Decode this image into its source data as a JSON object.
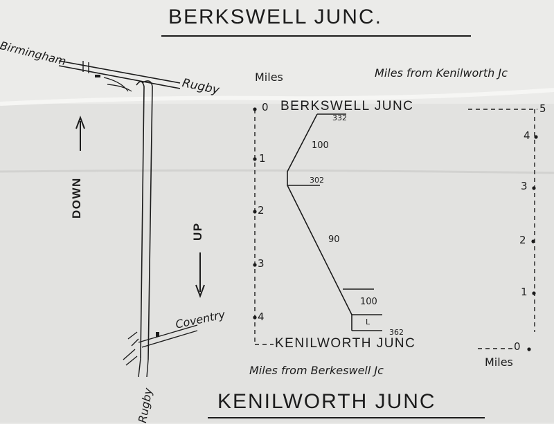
{
  "top_title": "BERKSWELL JUNC.",
  "bottom_title": "KENILWORTH JUNC",
  "route_labels": {
    "birmingham": "Birmingham",
    "rugby_top": "Rugby",
    "coventry": "Coventry",
    "rugby_bottom": "Rugby",
    "down": "DOWN",
    "up": "UP"
  },
  "profile": {
    "header_left": "Miles",
    "header_right": "Miles from Kenilworth Jc",
    "top_station": "BERKSWELL JUNC",
    "bottom_station": "KENILWORTH JUNC",
    "footer_left": "Miles from Berkeswell Jc",
    "footer_right": "Miles",
    "left_mileposts": [
      "0",
      "1",
      "2",
      "3",
      "4"
    ],
    "right_mileposts": [
      "5",
      "4",
      "3",
      "2",
      "1",
      "0"
    ],
    "gradient_labels": {
      "g100_top": "100",
      "g90": "90",
      "g100_bottom": "100",
      "level": "L"
    },
    "height_labels": {
      "top": "332",
      "middle": "302",
      "bottom": "362"
    }
  }
}
